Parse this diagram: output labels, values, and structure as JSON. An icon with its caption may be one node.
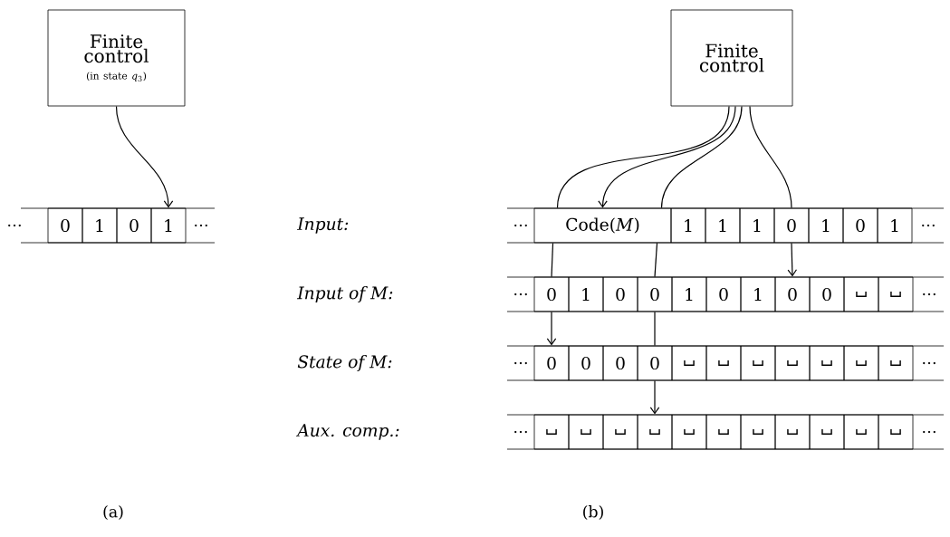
{
  "diagram": {
    "nodes": [
      {
        "text": [
          "Finite control",
          "(in state *q*$_{3}$)"
        ]
      },
      {
        "text": [
          "0"
        ]
      },
      {
        "text": [
          "1"
        ]
      },
      {
        "text": [
          "0"
        ]
      },
      {
        "text": [
          "1"
        ]
      },
      {
        "text": [
          "Finite control"
        ]
      },
      {
        "text": [
          "Code(*M*)"
        ]
      },
      {
        "text": [
          "1"
        ]
      },
      {
        "text": [
          "1"
        ]
      },
      {
        "text": [
          "1"
        ]
      },
      {
        "text": [
          "0"
        ]
      },
      {
        "text": [
          "1"
        ]
      },
      {
        "text": [
          "0"
        ]
      },
      {
        "text": [
          "1"
        ]
      },
      {
        "text": [
          "0"
        ]
      },
      {
        "text": [
          "1"
        ]
      },
      {
        "text": [
          "0"
        ]
      },
      {
        "text": [
          "0"
        ]
      },
      {
        "text": [
          "1"
        ]
      },
      {
        "text": [
          "0"
        ]
      },
      {
        "text": [
          "1"
        ]
      },
      {
        "text": [
          "0"
        ]
      },
      {
        "text": [
          "0"
        ]
      },
      {
        "text": [
          "␣"
        ]
      },
      {
        "text": [
          "␣"
        ]
      },
      {
        "text": [
          "0"
        ]
      },
      {
        "text": [
          "0"
        ]
      },
      {
        "text": [
          "0"
        ]
      },
      {
        "text": [
          "0"
        ]
      },
      {
        "text": [
          "␣"
        ]
      },
      {
        "text": [
          "␣"
        ]
      },
      {
        "text": [
          "␣"
        ]
      },
      {
        "text": [
          "␣"
        ]
      },
      {
        "text": [
          "␣"
        ]
      },
      {
        "text": [
          "␣"
        ]
      },
      {
        "text": [
          "␣"
        ]
      },
      {
        "text": [
          "␣"
        ]
      },
      {
        "text": [
          "␣"
        ]
      },
      {
        "text": [
          "␣"
        ]
      },
      {
        "text": [
          "␣"
        ]
      },
      {
        "text": [
          "␣"
        ]
      },
      {
        "text": [
          "␣"
        ]
      },
      {
        "text": [
          "␣"
        ]
      },
      {
        "text": [
          "␣"
        ]
      },
      {
        "text": [
          "␣"
        ]
      },
      {
        "text": [
          "␣"
        ]
      },
      {
        "text": [
          "␣"
        ]
      }
    ],
    "edges": [
      {
        "from": 0,
        "to": 4,
        "arrow": "to"
      },
      {
        "from": 5,
        "to": 6,
        "arrow": "none"
      },
      {
        "from": 5,
        "to": 6,
        "arrow": "to"
      },
      {
        "from": 5,
        "to": 6,
        "arrow": "none"
      },
      {
        "from": 5,
        "to": 10,
        "arrow": "none"
      },
      {
        "from": 6,
        "to": 14,
        "arrow": "none"
      },
      {
        "from": 14,
        "to": 25,
        "arrow": "to"
      },
      {
        "from": 6,
        "to": 17,
        "arrow": "none"
      },
      {
        "from": 17,
        "to": 28,
        "arrow": "none"
      },
      {
        "from": 28,
        "to": 39,
        "arrow": "to"
      },
      {
        "from": 10,
        "to": 21,
        "arrow": "to"
      }
    ],
    "labels": [
      "…",
      "…",
      "Input:",
      "…",
      "…",
      "Input of M:",
      "…",
      "…",
      "State of M:",
      "…",
      "…",
      "Aux. comp.:",
      "…",
      "…",
      "(a)",
      "(b)"
    ]
  }
}
